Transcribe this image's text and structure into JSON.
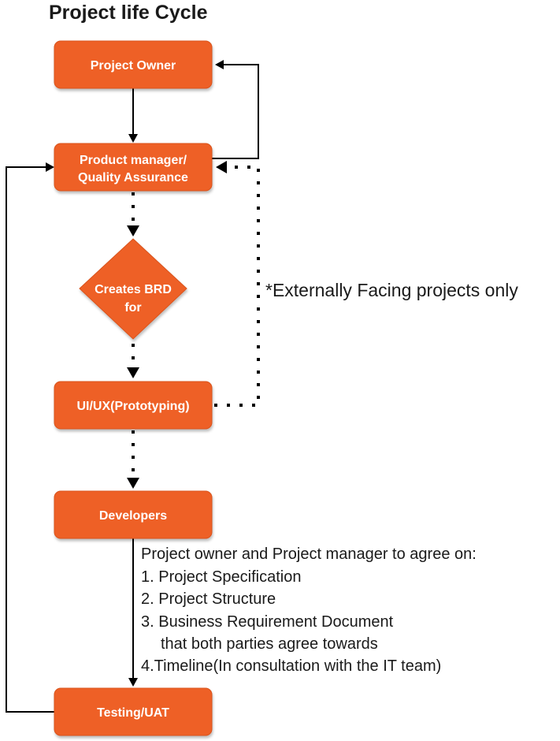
{
  "title": "Project life Cycle",
  "nodes": {
    "project_owner": "Project Owner",
    "pm_qa_line1": "Product manager/",
    "pm_qa_line2": "Quality Assurance",
    "brd_line1": "Creates BRD",
    "brd_line2": "for",
    "uiux": "UI/UX(Prototyping)",
    "developers": "Developers",
    "testing": "Testing/UAT"
  },
  "external_note": "*Externally Facing projects only",
  "agreement_note": {
    "heading": "Project owner and Project manager to agree on:",
    "item1": "1. Project Specification",
    "item2": "2. Project Structure",
    "item3": "3. Business Requirement Document",
    "item3_cont": "that both parties agree towards",
    "item4": "4.Timeline(In consultation with the IT team)"
  },
  "colors": {
    "node_fill": "#ee6125",
    "node_text": "#ffffff",
    "connector": "#000000"
  }
}
